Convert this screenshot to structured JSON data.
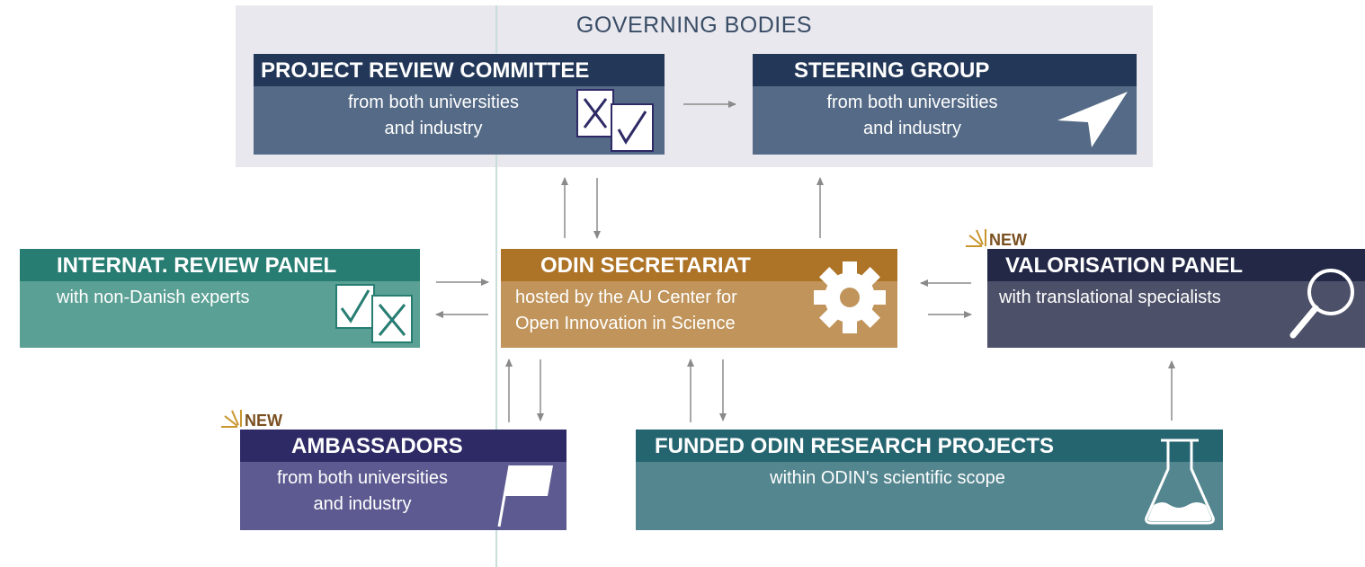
{
  "governing_bodies": {
    "title": "GOVERNING BODIES"
  },
  "boxes": {
    "project_review": {
      "title": "PROJECT REVIEW COMMITTEE",
      "line1": "from both universities",
      "line2": "and industry",
      "header_color": "#233858",
      "body_color": "#546a86"
    },
    "steering": {
      "title": "STEERING GROUP",
      "line1": "from both universities",
      "line2": "and industry",
      "header_color": "#233858",
      "body_color": "#546a86"
    },
    "internat": {
      "title": "INTERNAT. REVIEW PANEL",
      "line1": "with non-Danish experts",
      "header_color": "#277d72",
      "body_color": "#5aa094"
    },
    "secretariat": {
      "title": "ODIN SECRETARIAT",
      "line1": "hosted by the AU Center for",
      "line2": "Open Innovation in Science",
      "header_color": "#ad7327",
      "body_color": "#c0945a"
    },
    "valorisation": {
      "title": "VALORISATION PANEL",
      "line1": "with translational specialists",
      "header_color": "#222846",
      "body_color": "#4c5068"
    },
    "ambassadors": {
      "title": "AMBASSADORS",
      "line1": "from both universities",
      "line2": "and industry",
      "header_color": "#2e2a66",
      "body_color": "#5c5a90"
    },
    "funded": {
      "title": "FUNDED ODIN RESEARCH PROJECTS",
      "line1": "within ODIN's scientific scope",
      "header_color": "#246570",
      "body_color": "#54868f"
    }
  },
  "new_tags": {
    "valorisation": "NEW",
    "ambassadors": "NEW"
  },
  "icons": [
    "checkbox-x-check-icon",
    "paper-plane-icon",
    "check-x-icon",
    "gear-icon",
    "magnifier-icon",
    "flag-icon",
    "flask-icon"
  ],
  "colors": {
    "arrow": "#8a8a8a",
    "new_accent": "#c9962e",
    "new_text": "#7a5020"
  }
}
